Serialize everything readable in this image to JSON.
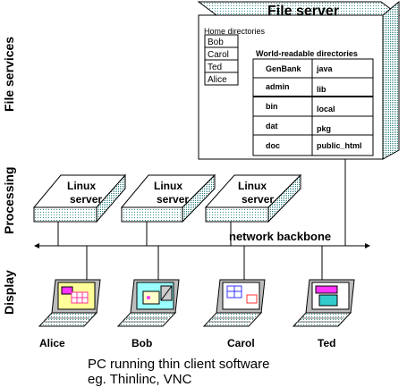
{
  "rows": {
    "file_services": "File services",
    "processing": "Processing",
    "display": "Display"
  },
  "file_server": {
    "title": "File server",
    "home_dirs_title": "Home directories",
    "home_dirs": [
      "Bob",
      "Carol",
      "Ted",
      "Alice"
    ],
    "world_title": "World-readable directories",
    "world_dirs": [
      [
        "GenBank",
        "java"
      ],
      [
        "admin",
        "lib"
      ],
      [
        "bin",
        "local"
      ],
      [
        "dat",
        "pkg"
      ],
      [
        "doc",
        "public_html"
      ]
    ]
  },
  "servers": {
    "line1": "Linux",
    "line2": "server"
  },
  "network_label": "network backbone",
  "clients": [
    "Alice",
    "Bob",
    "Carol",
    "Ted"
  ],
  "caption": {
    "line1": "PC running thin client software",
    "line2": "eg. Thinlinc, VNC"
  },
  "colors": {
    "screen_alice": "#ffff99",
    "screen_bob": "#99ffff",
    "accent_magenta": "#ff33ff",
    "accent_blue": "#3333ff"
  }
}
